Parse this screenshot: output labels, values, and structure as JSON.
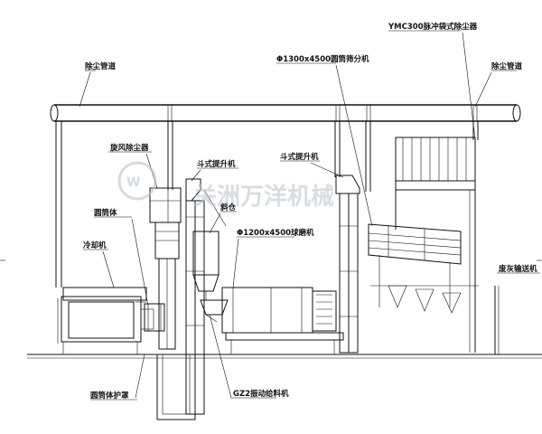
{
  "labels": {
    "dust_pipe_left": "除尘管道",
    "dust_pipe_right": "除尘管道",
    "pulse_collector": "YMC300脉冲袋式除尘器",
    "drum_screen": "Φ1300x4500圆筒筛分机",
    "cyclone": "旋风除尘器",
    "bucket_elevator_left": "斗式提升机",
    "bucket_elevator_right": "斗式提升机",
    "chute": "斜仓",
    "ball_mill": "Φ1200x4500球磨机",
    "drum_body": "圆筒体",
    "cooler": "冷却机",
    "waste_conveyor": "废灰输送机",
    "drum_guard": "圆筒体护罩",
    "vibrating_feeder": "GZ2振动给料机"
  },
  "watermark": "关洲万洋机械"
}
